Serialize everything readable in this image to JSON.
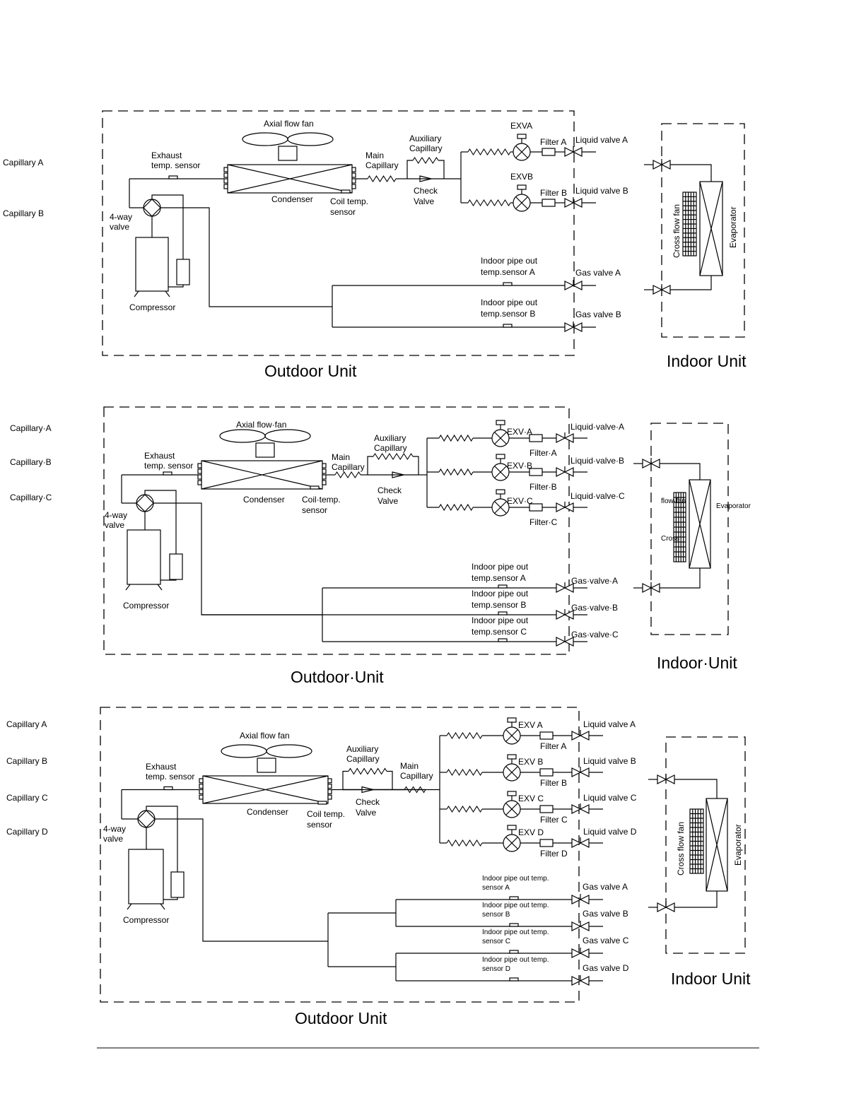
{
  "diagrams": [
    {
      "outdoor_title": "Outdoor Unit",
      "indoor_title": "Indoor Unit",
      "labels": {
        "axial_fan": "Axial flow fan",
        "exhaust1": "Exhaust",
        "exhaust2": "temp. sensor",
        "condenser": "Condenser",
        "coil1": "Coil temp.",
        "coil2": "sensor",
        "main_cap1": "Main",
        "main_cap2": "Capillary",
        "aux_cap1": "Auxiliary",
        "aux_cap2": "Capillary",
        "check1": "Check",
        "check2": "Valve",
        "fourway1": "4-way",
        "fourway2": "valve",
        "compressor": "Compressor",
        "cross_fan": "Cross flow fan",
        "evaporator": "Evaporator"
      },
      "branches": [
        {
          "capillary": "Capillary A",
          "exv": "EXVA",
          "filter": "Filter A",
          "liquid_valve": "Liquid valve A"
        },
        {
          "capillary": "Capillary B",
          "exv": "EXVB",
          "filter": "Filter B",
          "liquid_valve": "Liquid valve B"
        }
      ],
      "gas_lines": [
        {
          "sensor1": "Indoor pipe out",
          "sensor2": "temp.sensor A",
          "valve": "Gas valve A"
        },
        {
          "sensor1": "Indoor pipe out",
          "sensor2": "temp.sensor B",
          "valve": "Gas valve B"
        }
      ]
    },
    {
      "outdoor_title": "Outdoor·Unit",
      "indoor_title": "Indoor·Unit",
      "labels": {
        "axial_fan": "Axial  flow·fan",
        "exhaust1": "Exhaust",
        "exhaust2": "temp. sensor",
        "condenser": "Condenser",
        "coil1": "Coil·temp.",
        "coil2": "sensor",
        "main_cap1": "Main",
        "main_cap2": "Capillary",
        "aux_cap1": "Auxiliary",
        "aux_cap2": "Capillary",
        "check1": "Check",
        "check2": "Valve",
        "fourway1": "4-way",
        "fourway2": "valve",
        "compressor": "Compressor",
        "cross_fan1": "flow·fan",
        "cross_fan2": "Cross",
        "evaporator": "Evaporator"
      },
      "branches": [
        {
          "capillary": "Capillary·A",
          "exv": "EXV·A",
          "filter": "Filter·A",
          "liquid_valve": "Liquid·valve·A"
        },
        {
          "capillary": "Capillary·B",
          "exv": "EXV·B",
          "filter": "Filter·B",
          "liquid_valve": "Liquid·valve·B"
        },
        {
          "capillary": "Capillary·C",
          "exv": "EXV·C",
          "filter": "Filter·C",
          "liquid_valve": "Liquid·valve·C"
        }
      ],
      "gas_lines": [
        {
          "sensor1": "Indoor pipe out",
          "sensor2": "temp.sensor A",
          "valve": "Gas·valve·A"
        },
        {
          "sensor1": "Indoor pipe out",
          "sensor2": "temp.sensor B",
          "valve": "Gas·valve·B"
        },
        {
          "sensor1": "Indoor pipe out",
          "sensor2": "temp.sensor C",
          "valve": "Gas·valve·C"
        }
      ]
    },
    {
      "outdoor_title": "Outdoor Unit",
      "indoor_title": "Indoor Unit",
      "labels": {
        "axial_fan": "Axial  flow fan",
        "exhaust1": "Exhaust",
        "exhaust2": "temp. sensor",
        "condenser": "Condenser",
        "coil1": "Coil temp.",
        "coil2": "sensor",
        "main_cap1": "Main",
        "main_cap2": "Capillary",
        "aux_cap1": "Auxiliary",
        "aux_cap2": "Capillary",
        "check1": "Check",
        "check2": "Valve",
        "fourway1": "4-way",
        "fourway2": "valve",
        "compressor": "Compressor",
        "cross_fan": "Cross flow fan",
        "evaporator": "Evaporator"
      },
      "branches": [
        {
          "capillary": "Capillary A",
          "exv": "EXV A",
          "filter": "Filter A",
          "liquid_valve": "Liquid valve A"
        },
        {
          "capillary": "Capillary B",
          "exv": "EXV B",
          "filter": "Filter B",
          "liquid_valve": "Liquid valve B"
        },
        {
          "capillary": "Capillary C",
          "exv": "EXV C",
          "filter": "Filter C",
          "liquid_valve": "Liquid valve C"
        },
        {
          "capillary": "Capillary D",
          "exv": "EXV D",
          "filter": "Filter D",
          "liquid_valve": "Liquid valve D"
        }
      ],
      "gas_lines": [
        {
          "sensor1": "Indoor pipe out temp.",
          "sensor2": "sensor  A",
          "valve": "Gas valve A"
        },
        {
          "sensor1": "Indoor pipe out temp.",
          "sensor2": "sensor  B",
          "valve": "Gas valve B"
        },
        {
          "sensor1": "Indoor pipe out temp.",
          "sensor2": "sensor  C",
          "valve": "Gas valve C"
        },
        {
          "sensor1": "Indoor pipe out temp.",
          "sensor2": "sensor  D",
          "valve": "Gas valve D"
        }
      ]
    }
  ]
}
